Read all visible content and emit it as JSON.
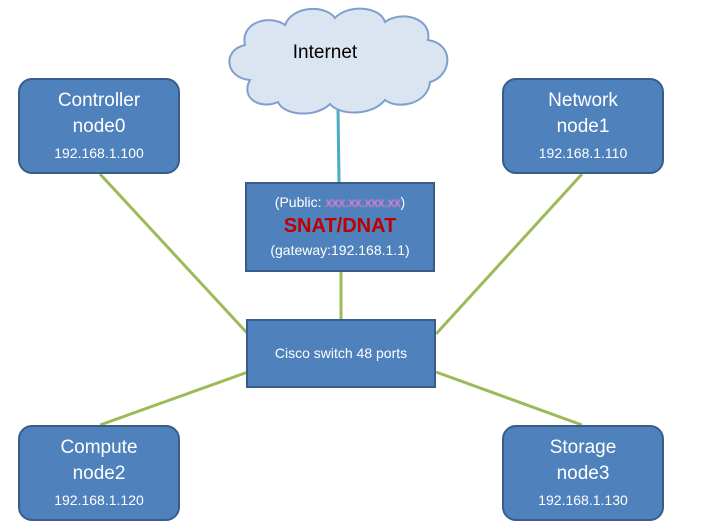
{
  "internet": {
    "label": "Internet"
  },
  "gateway": {
    "public_prefix": "(Public: ",
    "public_value": "xxx.xx.xxx.xx",
    "public_suffix": ")",
    "nat_label": "SNAT/DNAT",
    "gateway_label": "(gateway:192.168.1.1)"
  },
  "switch": {
    "label": "Cisco switch 48 ports"
  },
  "nodes": {
    "controller": {
      "role": "Controller",
      "name": "node0",
      "ip": "192.168.1.100"
    },
    "network": {
      "role": "Network",
      "name": "node1",
      "ip": "192.168.1.110"
    },
    "compute": {
      "role": "Compute",
      "name": "node2",
      "ip": "192.168.1.120"
    },
    "storage": {
      "role": "Storage",
      "name": "node3",
      "ip": "192.168.1.130"
    }
  },
  "colors": {
    "node_fill": "#4f81bd",
    "node_border": "#385d8a",
    "link_green": "#9bbb59",
    "link_teal": "#4bacc6",
    "cloud_fill": "#dbe5f1",
    "nat_red": "#c00000"
  }
}
